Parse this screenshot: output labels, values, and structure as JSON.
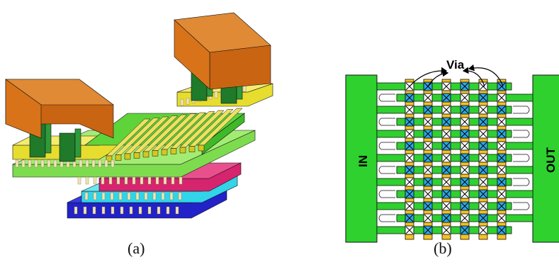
{
  "figure": {
    "caption_a": "(a)",
    "caption_b": "(b)",
    "via_label": "Via",
    "in_label": "IN",
    "out_label": "OUT"
  },
  "colors": {
    "orange": "#d8731a",
    "dark_green": "#1f7a2a",
    "yellow": "#e7dd2e",
    "light_green": "#8fe06a",
    "bright_green": "#2ed12e",
    "magenta": "#d6246e",
    "cyan": "#31d4e8",
    "blue": "#2222c8",
    "cream": "#f1e3b6",
    "via_yellow": "#f6c21e",
    "via_blue": "#2da7e3"
  },
  "icons": [
    "via-cross-icon",
    "curved-arrow-icon"
  ]
}
